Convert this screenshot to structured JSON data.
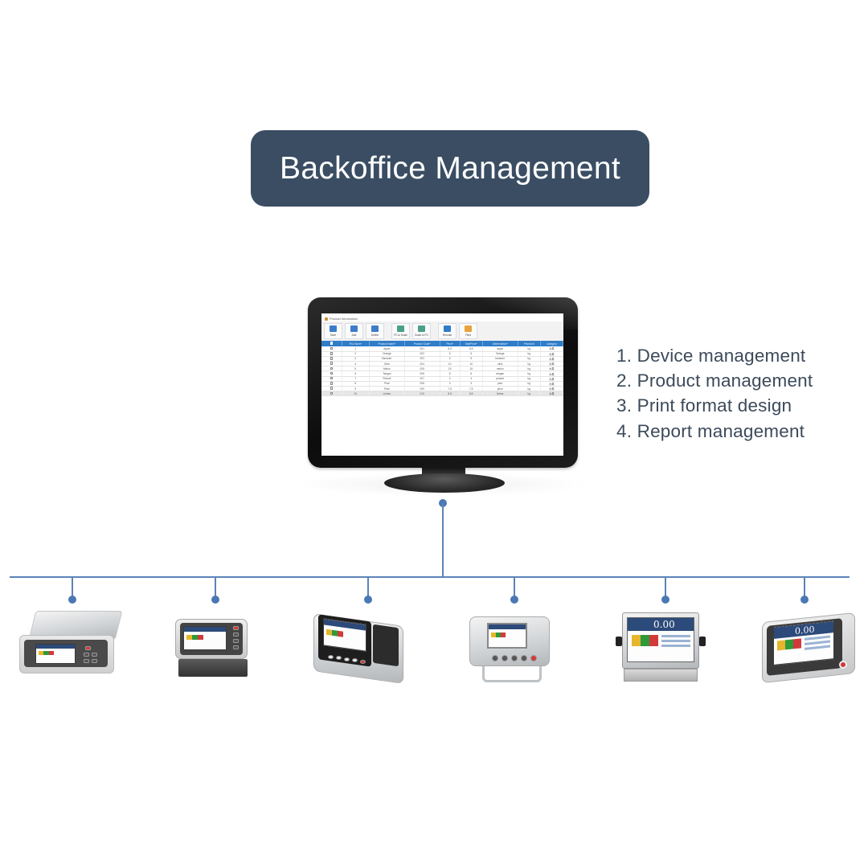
{
  "header": {
    "title": "Backoffice Management"
  },
  "monitor_app": {
    "window_title": "Product Information",
    "toolbar": [
      {
        "label": "Save",
        "icon": "save-icon",
        "color": "#3d7cc9"
      },
      {
        "label": "Add",
        "icon": "add-icon",
        "color": "#3d7cc9"
      },
      {
        "label": "Delete",
        "icon": "trash-icon",
        "color": "#3d7cc9"
      },
      {
        "label": "PC to Scale",
        "icon": "transfer-icon",
        "color": "#4aa08a"
      },
      {
        "label": "Scale to PC",
        "icon": "transfer-icon",
        "color": "#4aa08a"
      },
      {
        "label": "Reroute",
        "icon": "refresh-icon",
        "color": "#2f7dc8"
      },
      {
        "label": "Field",
        "icon": "chart-icon",
        "color": "#e8a23a"
      }
    ],
    "table": {
      "columns": [
        "",
        "PLU Num*",
        "Product Name*",
        "Product Code*",
        "Price*",
        "SalePrice*",
        "Abbreviation*",
        "PriceUnit",
        "Category"
      ],
      "rows": [
        [
          "1",
          "Apple",
          "001",
          "8.5",
          "8.5",
          "apple",
          "kg",
          "水果"
        ],
        [
          "2",
          "Orange",
          "002",
          "6",
          "6",
          "Orange",
          "kg",
          "水果"
        ],
        [
          "3",
          "Bananer",
          "003",
          "5",
          "5",
          "bananer",
          "kg",
          "水果"
        ],
        [
          "4",
          "Olive",
          "004",
          "10",
          "10",
          "olive",
          "kg",
          "水果"
        ],
        [
          "5",
          "Melon",
          "005",
          "15",
          "15",
          "melon",
          "kg",
          "水果"
        ],
        [
          "6",
          "Tangan",
          "006",
          "8",
          "8",
          "tangan",
          "kg",
          "水果"
        ],
        [
          "7",
          "Peanut",
          "007",
          "4",
          "4",
          "peanut",
          "kg",
          "水果"
        ],
        [
          "8",
          "Pear",
          "008",
          "3",
          "3",
          "pear",
          "kg",
          "水果"
        ],
        [
          "9",
          "Plum",
          "009",
          "7.5",
          "7.5",
          "plum",
          "kg",
          "水果"
        ],
        [
          "10",
          "Lichee",
          "010",
          "8.8",
          "8.8",
          "lichee",
          "kg",
          "水果"
        ]
      ]
    }
  },
  "features": [
    "1. Device management",
    "2. Product management",
    "3. Print format design",
    "4. Report management"
  ],
  "devices": [
    {
      "name": "table-scale"
    },
    {
      "name": "indicator-with-stand"
    },
    {
      "name": "indicator-with-printer"
    },
    {
      "name": "stainless-indicator-with-bracket"
    },
    {
      "name": "touch-indicator-large",
      "reading": "0.00"
    },
    {
      "name": "touch-indicator-desktop",
      "reading": "0.00"
    }
  ],
  "colors": {
    "title_bg": "#3a4d63",
    "connector": "#5b84b8",
    "table_header": "#2f7dc8",
    "feature_text": "#3c4a5a"
  }
}
